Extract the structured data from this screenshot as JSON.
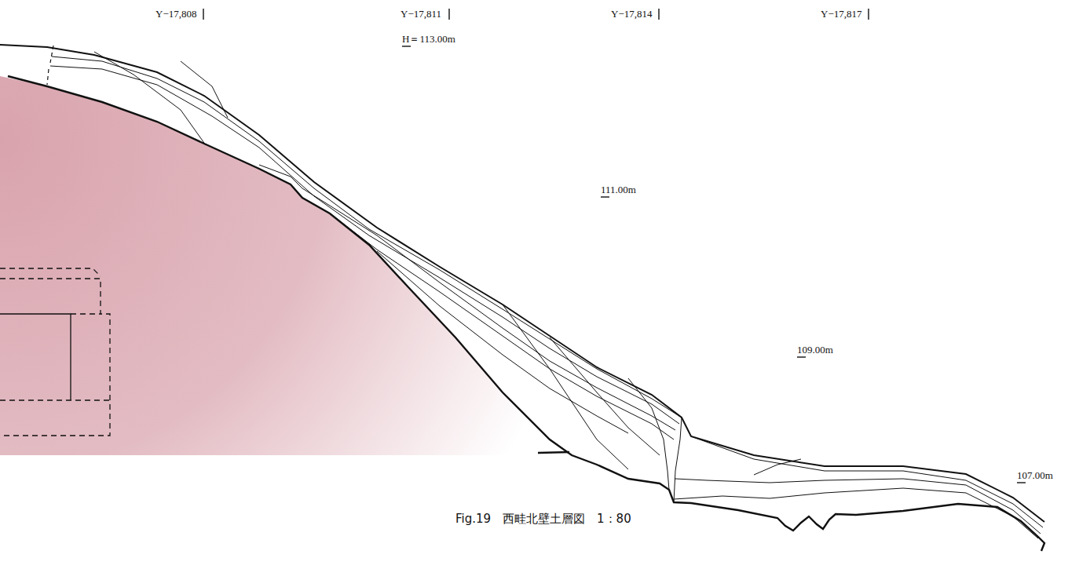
{
  "diagram": {
    "caption": "Fig.19　西畦北壁土層図　1：80",
    "labels": [
      "Y−17,808",
      "Y−17,811",
      "H＝113.00m",
      "Y−17,814",
      "Y−17,817",
      "111.00m",
      "109.00m",
      "107.00m"
    ]
  }
}
